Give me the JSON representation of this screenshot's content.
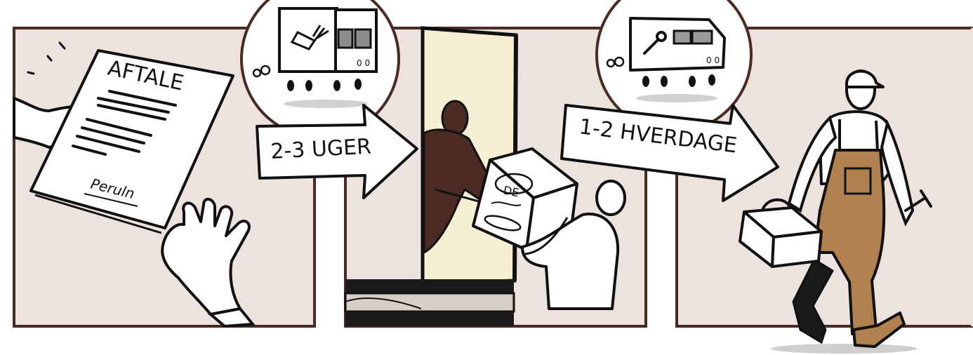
{
  "panel_1": {
    "document_title": "AFTALE",
    "signature": "Peruln"
  },
  "step_1": {
    "arrow_label": "2-3 UGER",
    "vehicle": "delivery-truck-icon",
    "cargo_icon": "winged-envelope-icon"
  },
  "panel_2": {
    "box_label": "DE"
  },
  "step_2": {
    "arrow_label": "1-2 HVERDAGE",
    "vehicle": "service-truck-icon",
    "cargo_icon": "wrench-icon"
  },
  "colors": {
    "panel_background": "#ece3de",
    "panel_border": "#4a2a22",
    "dark_figure": "#4b2b24",
    "overalls": "#b0804f",
    "door": "#f7efd3",
    "ink": "#111111"
  }
}
